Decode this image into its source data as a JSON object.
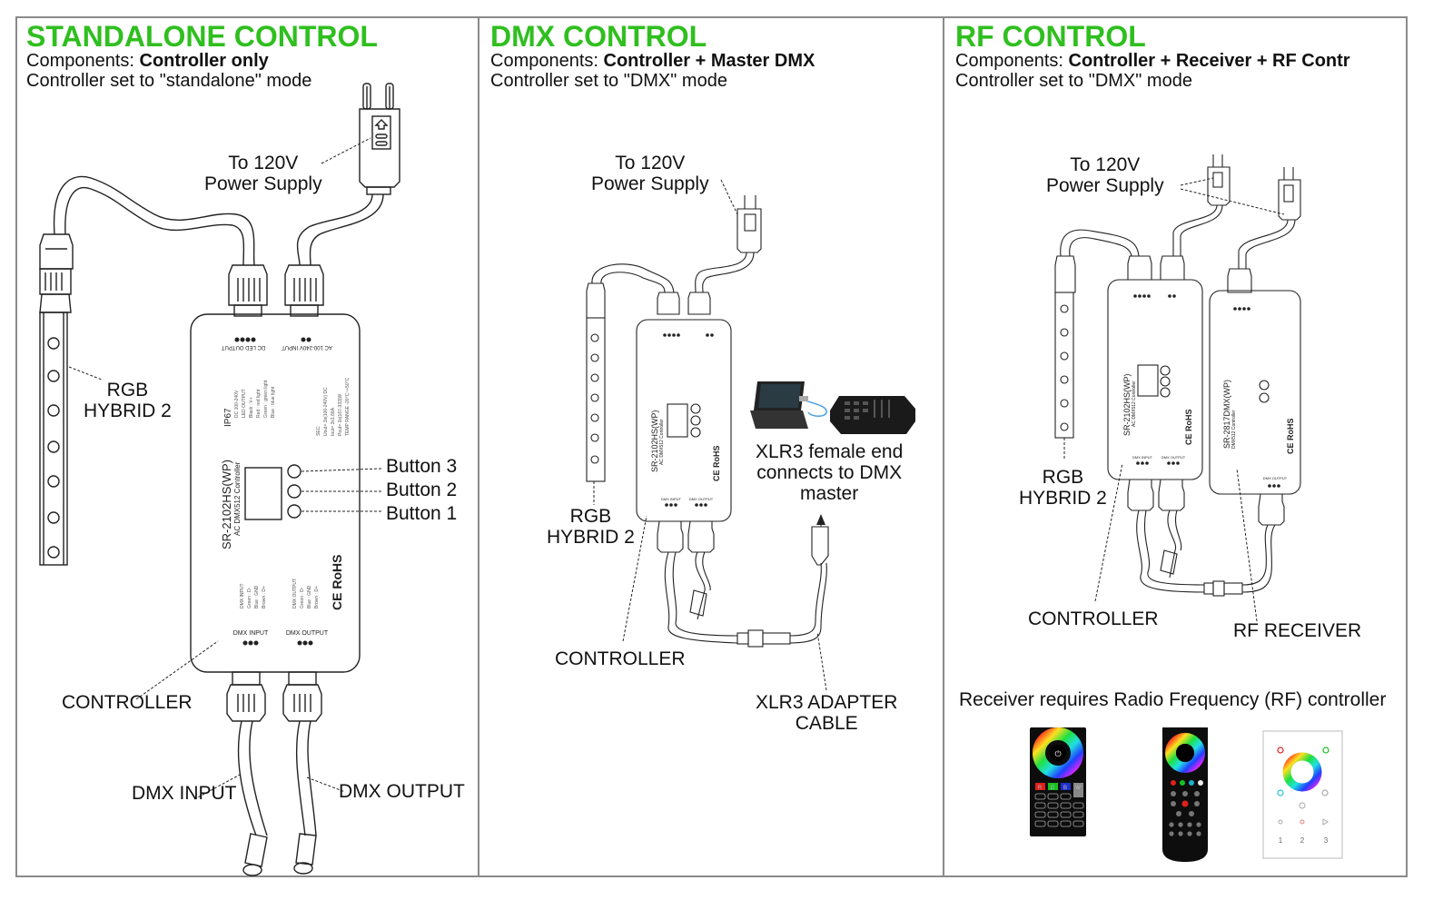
{
  "panels": [
    {
      "title": "STANDALONE CONTROL",
      "components_prefix": "Components: ",
      "components": "Controller only",
      "mode": "Controller set to \"standalone\" mode",
      "labels": {
        "power_line1": "To 120V",
        "power_line2": "Power Supply",
        "strip_line1": "RGB",
        "strip_line2": "HYBRID 2",
        "button3": "Button 3",
        "button2": "Button 2",
        "button1": "Button 1",
        "controller": "CONTROLLER",
        "dmx_input": "DMX INPUT",
        "dmx_output": "DMX OUTPUT"
      },
      "device": {
        "model": "SR-2102HS(WP)",
        "subtitle": "AC DMX512 Controller",
        "ip_rating": "IP67",
        "dc_led_output": "DC LED OUTPUT",
        "ac_input": "AC 100-240V INPUT",
        "dmx_input": "DMX INPUT",
        "dmx_output": "DMX OUTPUT",
        "rohs": "CE RoHS"
      }
    },
    {
      "title": "DMX CONTROL",
      "components_prefix": "Components: ",
      "components": "Controller + Master DMX",
      "mode": "Controller set to \"DMX\" mode",
      "labels": {
        "power_line1": "To 120V",
        "power_line2": "Power Supply",
        "strip_line1": "RGB",
        "strip_line2": "HYBRID 2",
        "controller": "CONTROLLER",
        "xlr_line1": "XLR3 female end",
        "xlr_line2": "connects to DMX",
        "xlr_line3": "master",
        "adapter_line1": "XLR3 ADAPTER",
        "adapter_line2": "CABLE"
      },
      "device": {
        "model": "SR-2102HS(WP)",
        "subtitle": "AC DMX512 Controller",
        "dmx_input": "DMX INPUT",
        "dmx_output": "DMX OUTPUT"
      }
    },
    {
      "title": "RF CONTROL",
      "components_prefix": "Components: ",
      "components": "Controller + Receiver + RF Contr",
      "mode": "Controller set to \"DMX\" mode",
      "labels": {
        "power_line1": "To 120V",
        "power_line2": "Power Supply",
        "strip_line1": "RGB",
        "strip_line2": "HYBRID 2",
        "controller": "CONTROLLER",
        "rf_receiver": "RF RECEIVER",
        "requirement": "Receiver requires Radio Frequency (RF) controller"
      },
      "device": {
        "model": "SR-2102HS(WP)",
        "subtitle": "AC DMX512 Controller",
        "dmx_input": "DMX INPUT",
        "dmx_output": "DMX OUTPUT"
      },
      "receiver": {
        "model": "SR-2817DMX(WP)",
        "subtitle": "DMX512 Controller",
        "dmx_output": "DMX OUTPUT"
      },
      "remotes": {
        "remote1_keys": [
          "R",
          "G",
          "B",
          "W"
        ],
        "panel_numbers": [
          "1",
          "2",
          "3"
        ]
      }
    }
  ],
  "colors": {
    "title_green": "#2fbf1f",
    "frame_gray": "#8a8a8a",
    "line": "#222222"
  }
}
